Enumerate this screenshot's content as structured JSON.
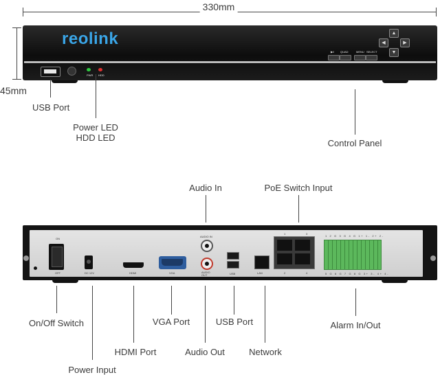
{
  "dimensions": {
    "width_label": "330mm",
    "height_label": "45mm"
  },
  "front": {
    "brand": "reolink",
    "led_labels": [
      "PWR",
      "HDD"
    ],
    "button_labels": [
      "▶‖",
      "QUAD",
      "MENU",
      "SELECT"
    ],
    "callouts": {
      "usb_port": "USB Port",
      "power_led": "Power LED",
      "hdd_led": "HDD LED",
      "control_panel": "Control Panel"
    }
  },
  "back": {
    "panel_text": {
      "on": "ON",
      "off": "OFF",
      "dc": "DC 12V",
      "hdmi": "HDMI",
      "vga": "VGA",
      "audio_in": "AUDIO IN",
      "audio_out": "AUDIO OUT",
      "usb": "USB",
      "lan": "LAN",
      "poe_top": [
        "1",
        "3"
      ],
      "poe_bottom": [
        "2",
        "4"
      ],
      "alarm_top": "1 2 G 3 G 4 G 1+ 1- 2+ 2-",
      "alarm_bottom": "5 G 6 G 7 G 8 G 3+ 3- 4+ 4-"
    },
    "callouts": {
      "audio_in": "Audio In",
      "poe_switch_input": "PoE Switch Input",
      "on_off_switch": "On/Off Switch",
      "power_input": "Power Input",
      "hdmi_port": "HDMI Port",
      "vga_port": "VGA Port",
      "audio_out": "Audio Out",
      "usb_port": "USB Port",
      "network": "Network",
      "alarm_in_out": "Alarm In/Out"
    }
  },
  "colors": {
    "chassis": "#151515",
    "panel": "#d9d9d9",
    "brand": "#3aa6e8",
    "terminal": "#5cb85c",
    "led_green": "#2ecc40",
    "led_red": "#e03030"
  }
}
